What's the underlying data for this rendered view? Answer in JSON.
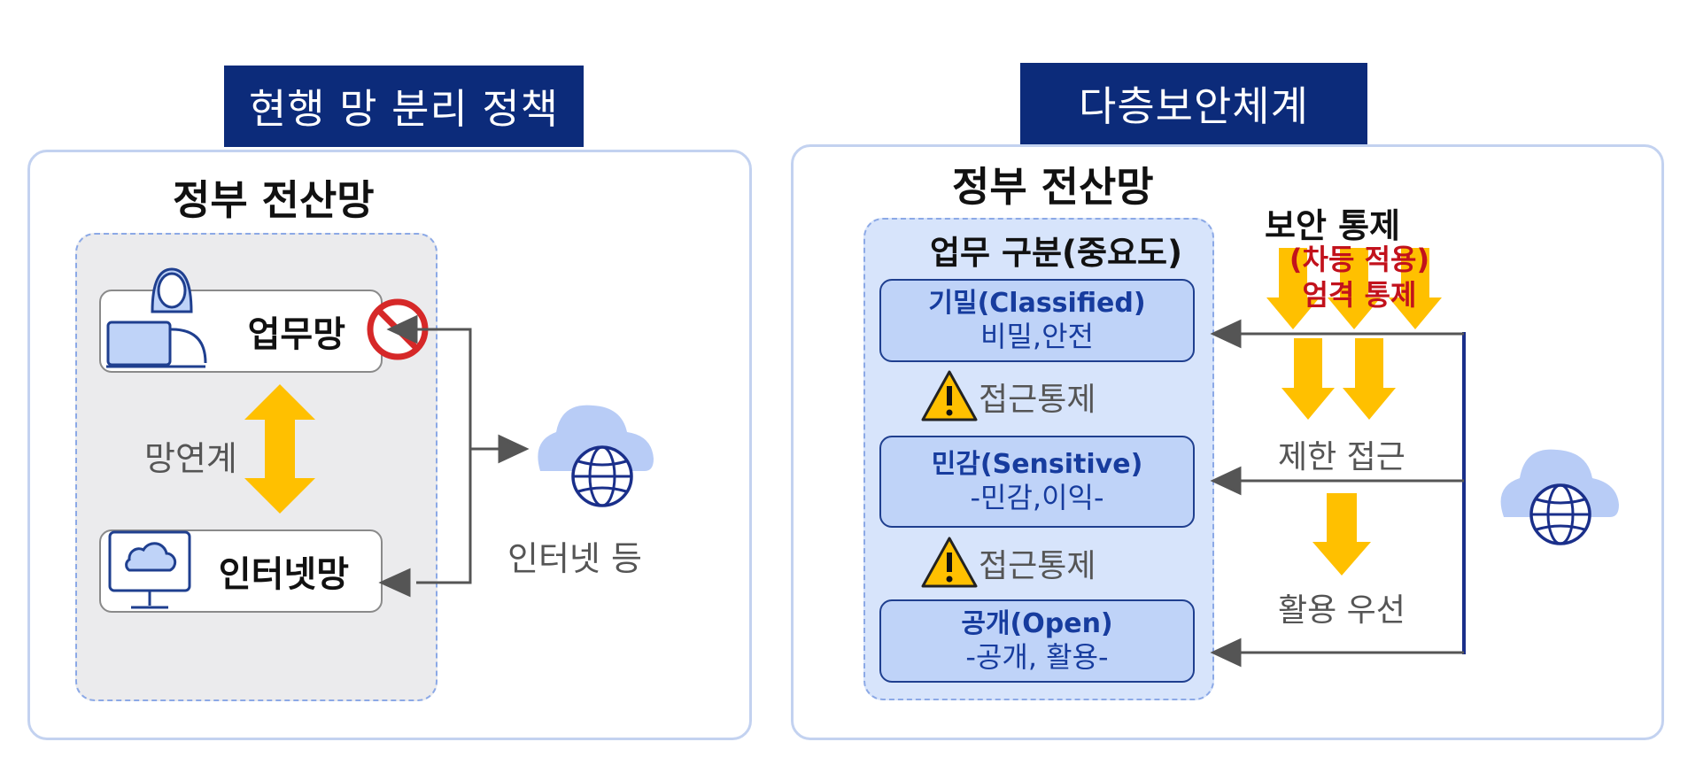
{
  "left": {
    "header": "현행 망 분리 정책",
    "title": "정부 전산망",
    "work_net": "업무망",
    "link_label": "망연계",
    "internet_net": "인터넷망",
    "internet_label": "인터넷 등"
  },
  "right": {
    "header": "다층보안체계",
    "title": "정부 전산망",
    "category_title": "업무 구분(중요도)",
    "levels": [
      {
        "title": "기밀(Classified)",
        "desc": "비밀,안전"
      },
      {
        "title": "민감(Sensitive)",
        "desc": "-민감,이익-"
      },
      {
        "title": "공개(Open)",
        "desc": "-공개, 활용-"
      }
    ],
    "access_control": [
      "접근통제",
      "접근통제"
    ],
    "security_control": "보안 통제",
    "differential": "(차등 적용)",
    "strict_control": "엄격 통제",
    "limited_access": "제한 접근",
    "use_priority": "활용 우선"
  },
  "colors": {
    "header_bg": "#0c2b7a",
    "panel_border": "#c3d2f0",
    "yellow_arrow": "#ffc000",
    "level_fill": "#bfd3f8",
    "level_text": "#173c9e",
    "red_text": "#c2121c",
    "line_blue": "#1a2f8a",
    "prohibit_red": "#d62828"
  }
}
